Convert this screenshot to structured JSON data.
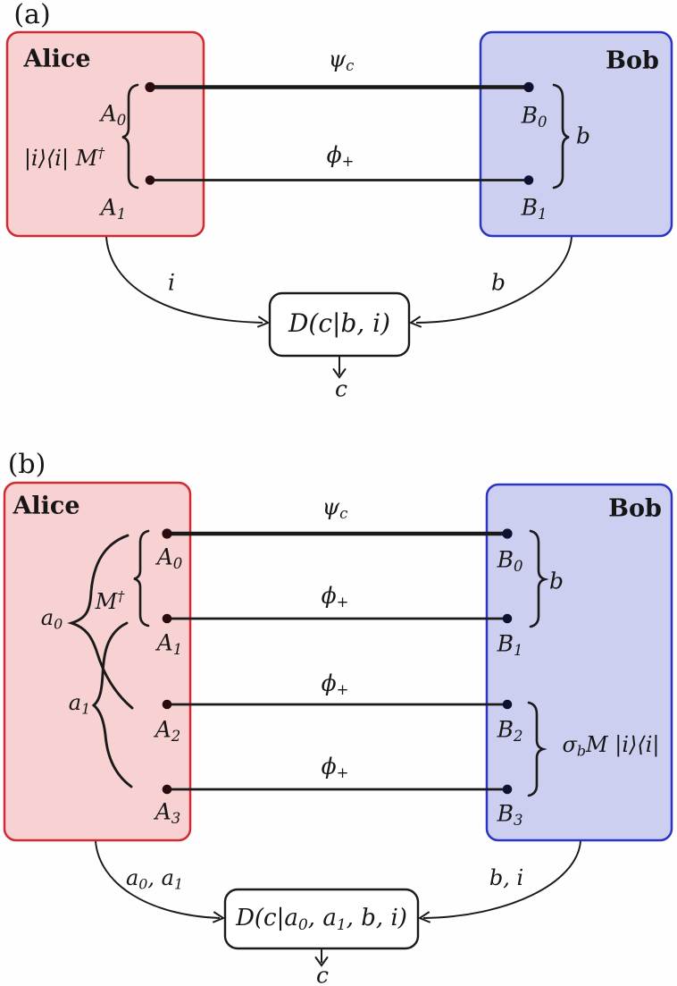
{
  "figure_type": "quantum-protocol-diagram",
  "colors": {
    "background": "#fefefe",
    "alice_fill": "#f8d1d3",
    "alice_border": "#d12b31",
    "bob_fill": "#cdcff1",
    "bob_border": "#2b34c4",
    "line": "#1a1a1a",
    "alice_dot": "#2a0c10",
    "bob_dot": "#0e1130",
    "decision_fill": "#ffffff"
  },
  "panel_a": {
    "label": "(a)",
    "alice": {
      "title": "Alice",
      "operator": [
        {
          "t": "|i⟩⟨i| M"
        },
        {
          "t": "†",
          "m": "sup"
        }
      ],
      "port0": [
        {
          "t": "A"
        },
        {
          "t": "0",
          "m": "sub"
        }
      ],
      "port1": [
        {
          "t": "A"
        },
        {
          "t": "1",
          "m": "sub"
        }
      ]
    },
    "bob": {
      "title": "Bob",
      "port0": [
        {
          "t": "B"
        },
        {
          "t": "0",
          "m": "sub"
        }
      ],
      "port1": [
        {
          "t": "B"
        },
        {
          "t": "1",
          "m": "sub"
        }
      ],
      "brace_label": [
        {
          "t": "b"
        }
      ]
    },
    "wires": {
      "w0": [
        {
          "t": "ψ"
        },
        {
          "t": "c",
          "m": "sub"
        }
      ],
      "w1": [
        {
          "t": "ϕ"
        },
        {
          "t": "+",
          "m": "sub"
        }
      ]
    },
    "message_left": [
      {
        "t": "i"
      }
    ],
    "message_right": [
      {
        "t": "b"
      }
    ],
    "decision": [
      {
        "t": "D(c|b, i)"
      }
    ],
    "output": [
      {
        "t": "c"
      }
    ]
  },
  "panel_b": {
    "label": "(b)",
    "alice": {
      "title": "Alice",
      "measurement": [
        {
          "t": "M"
        },
        {
          "t": "†",
          "m": "sup"
        }
      ],
      "outcome0": [
        {
          "t": "a"
        },
        {
          "t": "0",
          "m": "sub"
        }
      ],
      "outcome1": [
        {
          "t": "a"
        },
        {
          "t": "1",
          "m": "sub"
        }
      ],
      "port0": [
        {
          "t": "A"
        },
        {
          "t": "0",
          "m": "sub"
        }
      ],
      "port1": [
        {
          "t": "A"
        },
        {
          "t": "1",
          "m": "sub"
        }
      ],
      "port2": [
        {
          "t": "A"
        },
        {
          "t": "2",
          "m": "sub"
        }
      ],
      "port3": [
        {
          "t": "A"
        },
        {
          "t": "3",
          "m": "sub"
        }
      ]
    },
    "bob": {
      "title": "Bob",
      "port0": [
        {
          "t": "B"
        },
        {
          "t": "0",
          "m": "sub"
        }
      ],
      "port1": [
        {
          "t": "B"
        },
        {
          "t": "1",
          "m": "sub"
        }
      ],
      "port2": [
        {
          "t": "B"
        },
        {
          "t": "2",
          "m": "sub"
        }
      ],
      "port3": [
        {
          "t": "B"
        },
        {
          "t": "3",
          "m": "sub"
        }
      ],
      "brace_top_label": [
        {
          "t": "b"
        }
      ],
      "brace_bottom_label": [
        {
          "t": "σ"
        },
        {
          "t": "b",
          "m": "sub"
        },
        {
          "t": "M |i⟩⟨i|"
        }
      ]
    },
    "wires": {
      "w0": [
        {
          "t": "ψ"
        },
        {
          "t": "c",
          "m": "sub"
        }
      ],
      "w1": [
        {
          "t": "ϕ"
        },
        {
          "t": "+",
          "m": "sub"
        }
      ],
      "w2": [
        {
          "t": "ϕ"
        },
        {
          "t": "+",
          "m": "sub"
        }
      ],
      "w3": [
        {
          "t": "ϕ"
        },
        {
          "t": "+",
          "m": "sub"
        }
      ]
    },
    "message_left": [
      {
        "t": "a"
      },
      {
        "t": "0",
        "m": "sub"
      },
      {
        "t": ", a"
      },
      {
        "t": "1",
        "m": "sub"
      }
    ],
    "message_right": [
      {
        "t": "b, i"
      }
    ],
    "decision": [
      {
        "t": "D(c|a"
      },
      {
        "t": "0",
        "m": "sub"
      },
      {
        "t": ", a"
      },
      {
        "t": "1",
        "m": "sub"
      },
      {
        "t": ", b, i)"
      }
    ],
    "output": [
      {
        "t": "c"
      }
    ]
  }
}
